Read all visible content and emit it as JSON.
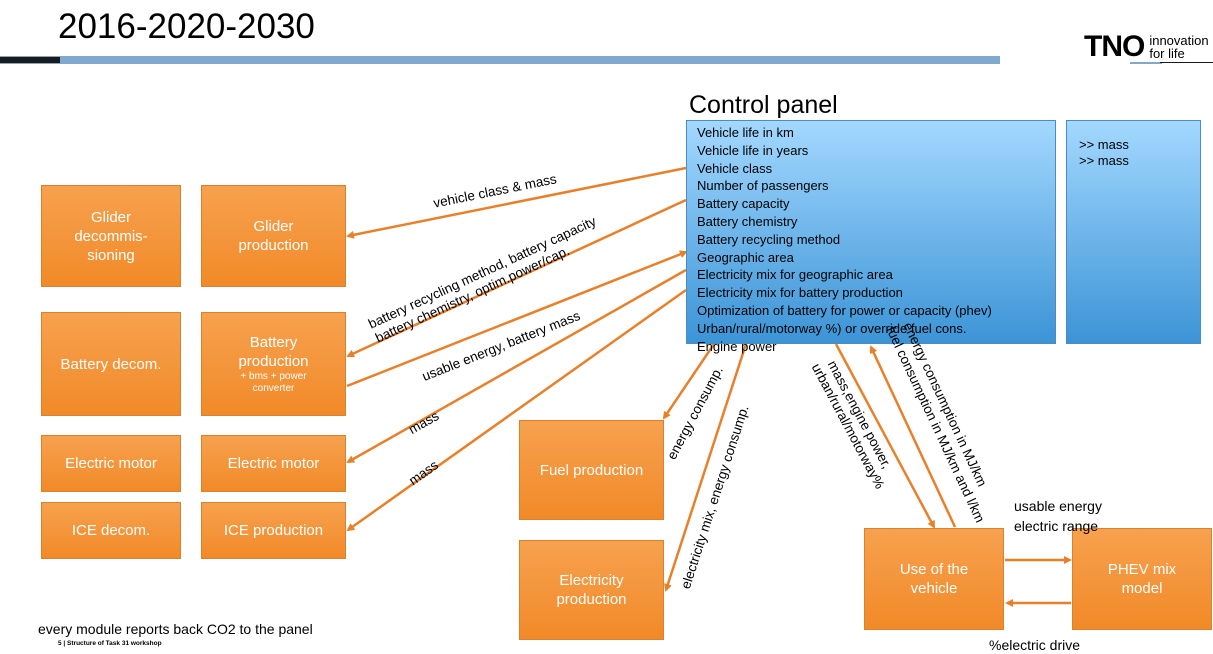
{
  "title": "2016-2020-2030",
  "logo": {
    "mark": "TNO",
    "tagline_1": "innovation",
    "tagline_2": "for life"
  },
  "control_panel": {
    "title": "Control panel",
    "items": [
      "Vehicle life in km",
      "Vehicle life in years",
      "Vehicle class",
      "Number of passengers",
      "Battery capacity",
      "Battery chemistry",
      "Battery recycling method",
      "Geographic area",
      "Electricity mix for geographic area",
      "Electricity mix for battery production",
      "Optimization of battery for power or capacity (phev)",
      "Urban/rural/motorway %) or override fuel cons.",
      "Engine power"
    ],
    "side_items": [
      ">> mass",
      ">> mass"
    ]
  },
  "modules": {
    "glider_decommissioning": "Glider decommis-sioning",
    "glider_production": "Glider production",
    "battery_decom": "Battery decom.",
    "battery_production": "Battery production",
    "battery_production_note": "+ bms + power converter",
    "electric_motor_decom": "Electric motor",
    "electric_motor": "Electric motor",
    "ice_decom": "ICE decom.",
    "ice_production": "ICE production",
    "fuel_production": "Fuel production",
    "electricity_production": "Electricity production",
    "use_of_vehicle": "Use of the vehicle",
    "phev_mix_model": "PHEV mix model"
  },
  "flows": {
    "vehicle_class_mass": "vehicle class & mass",
    "battery_recycling": "battery recycling method, battery capacity",
    "battery_chemistry": "battery chemistry, optim.power/cap.",
    "usable_energy_battery_mass": "usable energy, battery mass",
    "mass_motor": "mass",
    "mass_ice": "mass",
    "energy_consump": "energy consump.",
    "electricity_mix_energy": "electricity mix, energy consump.",
    "mass_engine_power": "mass,engine power,",
    "urban_rural_motorway": "urban/rural/motorway%",
    "energy_consumption_mj": "energy consumption in MJ/km",
    "fuel_consumption_mj": "fuel consumption in MJ/km and l/km",
    "usable_energy": "usable energy",
    "electric_range": "electric range",
    "electric_drive": "%electric drive"
  },
  "note": "every module reports back CO2 to the panel",
  "footer": "5 | Structure of Task 31 workshop",
  "colors": {
    "module_orange": "#f18a28",
    "panel_blue": "#5aaee8",
    "arrow_orange": "#e8802a",
    "rule_blue": "#7fa9cf"
  }
}
